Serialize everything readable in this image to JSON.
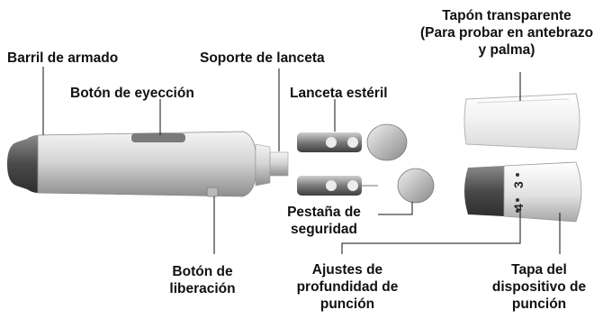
{
  "labels": {
    "barrel": "Barril de armado",
    "ejector": "Botón de eyección",
    "holder": "Soporte de lanceta",
    "lancet": "Lanceta estéril",
    "clear_cap_line1": "Tapón transparente",
    "clear_cap_line2": "(Para probar en antebrazo",
    "clear_cap_line3": "y palma)",
    "safety_line1": "Pestaña de",
    "safety_line2": "seguridad",
    "release_line1": "Botón de",
    "release_line2": "liberación",
    "depth_line1": "Ajustes de",
    "depth_line2": "profundidad de",
    "depth_line3": "punción",
    "cap_line1": "Tapa del",
    "cap_line2": "dispositivo de",
    "cap_line3": "punción"
  },
  "dial_numbers": [
    "3",
    "4"
  ],
  "colors": {
    "barrel_dark": "#555555",
    "body_light": "#d9d9d9",
    "clear_cap": "#f2f2f2",
    "dial_band": "#5c5c5c"
  }
}
